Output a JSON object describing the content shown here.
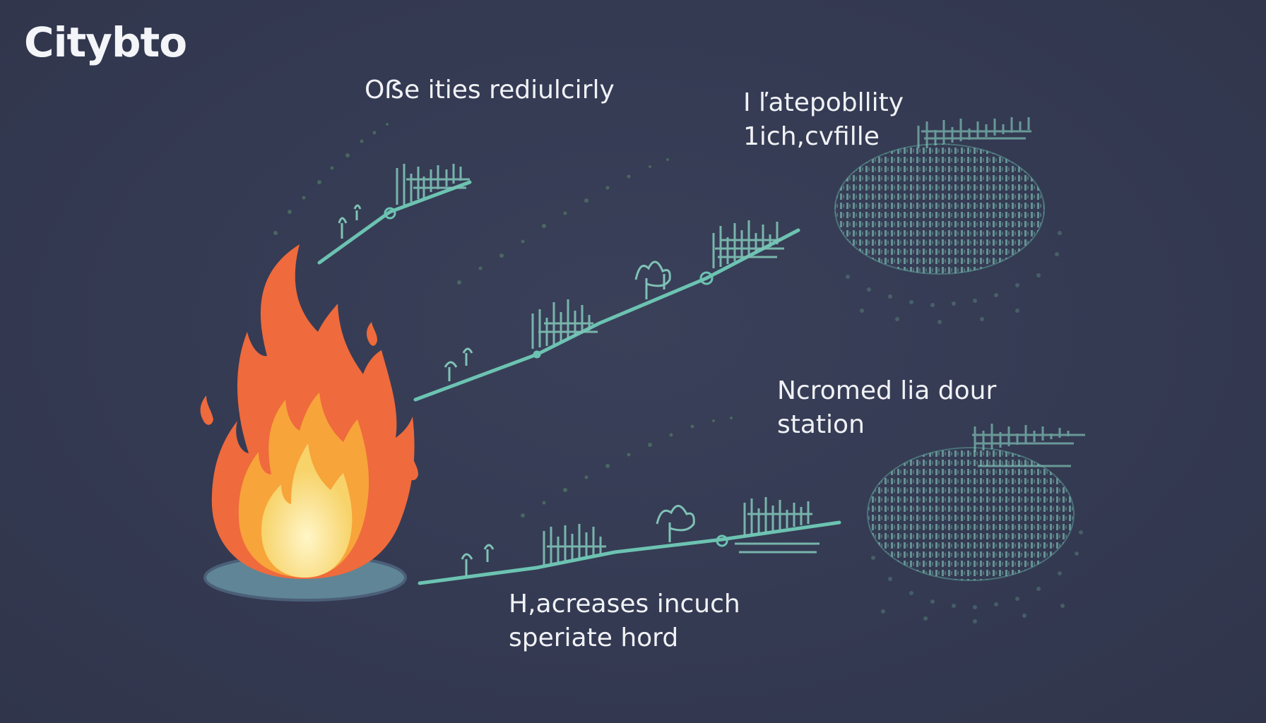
{
  "header": {
    "title": "Citybto"
  },
  "labels": {
    "top_center": "Oẞe ities rediulcirly",
    "top_right": "I ľatepobllity\n1ich,cvfille",
    "middle_right": "Ncromed lia dour\nstation",
    "bottom_center": "H,acreases incuch\nsperiate hord"
  },
  "colors": {
    "background": "#343a52",
    "line": "#6cc3b2",
    "flame_outer": "#ef6a3c",
    "flame_mid": "#f7a43a",
    "flame_inner": "#fbe7a6",
    "base": "#5f8596",
    "text": "#f1f2f6"
  },
  "icons": {
    "fire": "fire-icon",
    "city": "city-skyline-icon",
    "tree": "tree-icon",
    "globe": "dotted-globe-icon"
  }
}
